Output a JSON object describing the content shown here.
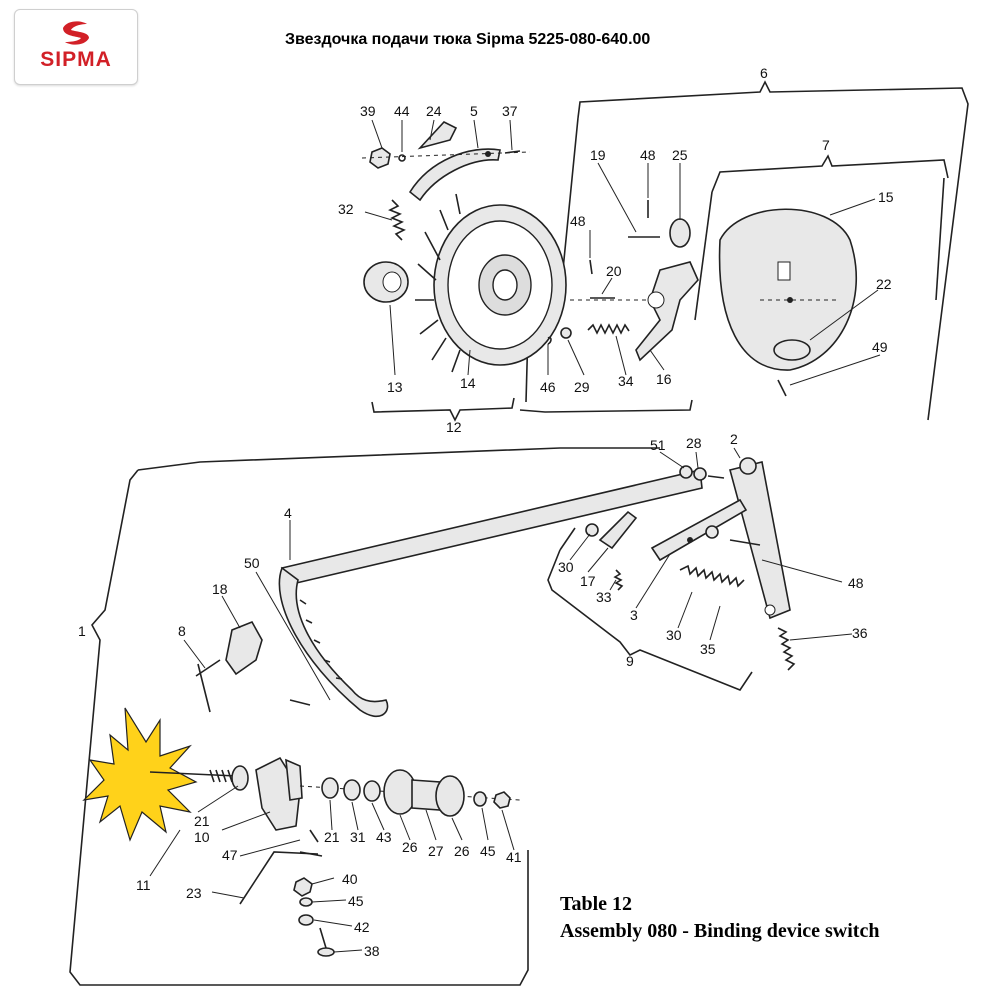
{
  "logo": {
    "text": "SIPMA",
    "color": "#d22027"
  },
  "title": "Звездочка подачи тюка Sipma 5225-080-640.00",
  "caption": {
    "table": "Table 12",
    "assembly": "Assembly 080 - Binding device switch"
  },
  "highlight_color": "#ffd21a",
  "parts": [
    {
      "id": "p39",
      "label": "39"
    },
    {
      "id": "p44",
      "label": "44"
    },
    {
      "id": "p24",
      "label": "24"
    },
    {
      "id": "p5",
      "label": "5"
    },
    {
      "id": "p37",
      "label": "37"
    },
    {
      "id": "p6",
      "label": "6"
    },
    {
      "id": "p19",
      "label": "19"
    },
    {
      "id": "p48a",
      "label": "48"
    },
    {
      "id": "p25",
      "label": "25"
    },
    {
      "id": "p7",
      "label": "7"
    },
    {
      "id": "p15",
      "label": "15"
    },
    {
      "id": "p32",
      "label": "32"
    },
    {
      "id": "p48b",
      "label": "48"
    },
    {
      "id": "p20",
      "label": "20"
    },
    {
      "id": "p22",
      "label": "22"
    },
    {
      "id": "p13",
      "label": "13"
    },
    {
      "id": "p14",
      "label": "14"
    },
    {
      "id": "p46",
      "label": "46"
    },
    {
      "id": "p29",
      "label": "29"
    },
    {
      "id": "p34",
      "label": "34"
    },
    {
      "id": "p16",
      "label": "16"
    },
    {
      "id": "p49",
      "label": "49"
    },
    {
      "id": "p12",
      "label": "12"
    },
    {
      "id": "p51",
      "label": "51"
    },
    {
      "id": "p28",
      "label": "28"
    },
    {
      "id": "p2",
      "label": "2"
    },
    {
      "id": "p4",
      "label": "4"
    },
    {
      "id": "p50",
      "label": "50"
    },
    {
      "id": "p30a",
      "label": "30"
    },
    {
      "id": "p17",
      "label": "17"
    },
    {
      "id": "p33",
      "label": "33"
    },
    {
      "id": "p48c",
      "label": "48"
    },
    {
      "id": "p3",
      "label": "3"
    },
    {
      "id": "p18",
      "label": "18"
    },
    {
      "id": "p36",
      "label": "36"
    },
    {
      "id": "p30b",
      "label": "30"
    },
    {
      "id": "p35",
      "label": "35"
    },
    {
      "id": "p8",
      "label": "8"
    },
    {
      "id": "p9",
      "label": "9"
    },
    {
      "id": "p1",
      "label": "1"
    },
    {
      "id": "p21a",
      "label": "21"
    },
    {
      "id": "p21b",
      "label": "21"
    },
    {
      "id": "p31",
      "label": "31"
    },
    {
      "id": "p43",
      "label": "43"
    },
    {
      "id": "p26a",
      "label": "26"
    },
    {
      "id": "p27",
      "label": "27"
    },
    {
      "id": "p26b",
      "label": "26"
    },
    {
      "id": "p45a",
      "label": "45"
    },
    {
      "id": "p41",
      "label": "41"
    },
    {
      "id": "p10",
      "label": "10"
    },
    {
      "id": "p47",
      "label": "47"
    },
    {
      "id": "p11",
      "label": "11"
    },
    {
      "id": "p40",
      "label": "40"
    },
    {
      "id": "p23",
      "label": "23"
    },
    {
      "id": "p45b",
      "label": "45"
    },
    {
      "id": "p42",
      "label": "42"
    },
    {
      "id": "p38",
      "label": "38"
    }
  ]
}
